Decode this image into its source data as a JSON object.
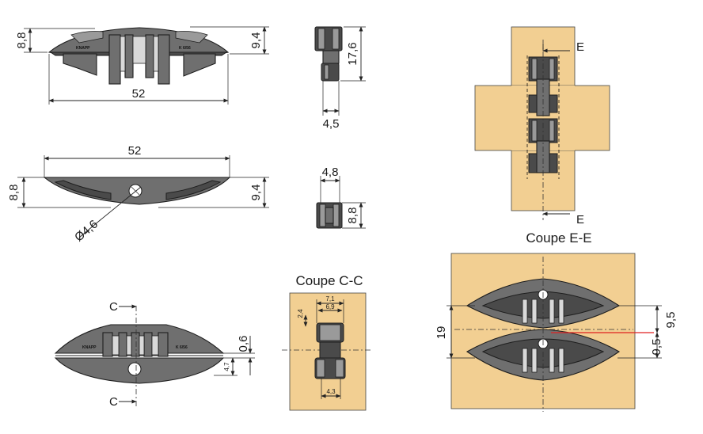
{
  "labels": {
    "top_height": "8,8",
    "top_height_right": "9,4",
    "top_width": "52",
    "side_height": "17,6",
    "side_width": "4,5",
    "mid_width": "52",
    "mid_height": "8,8",
    "mid_height_right": "9,4",
    "hole_dia": "Ø4,6",
    "end_width": "4,8",
    "end_height": "8,8",
    "cc_marker_top": "C",
    "cc_marker_bottom": "C",
    "bottom_gap": "0,6",
    "bottom_half": "4,7",
    "coupe_cc_title": "Coupe C-C",
    "cc_w1": "7,1",
    "cc_w2": "6,9",
    "cc_h": "2,4",
    "cc_w3": "4,3",
    "ee_marker_top": "E",
    "ee_marker_bottom": "E",
    "coupe_ee_title": "Coupe E-E",
    "ee_total": "19",
    "ee_upper": "9,5",
    "ee_lower": "9,5",
    "brand_text": "KNAPP",
    "model_text": "K 6/56"
  },
  "colors": {
    "wood": "#f2cf92",
    "part": "#6f6f6f",
    "accent_line": "#e02020"
  }
}
